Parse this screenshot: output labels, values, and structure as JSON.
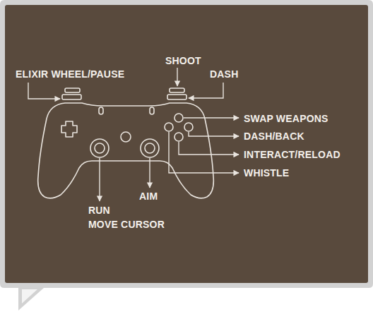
{
  "diagram": {
    "labels": [
      "ELIXIR WHEEL/PAUSE",
      "SHOOT",
      "DASH",
      "SWAP WEAPONS",
      "DASH/BACK",
      "INTERACT/RELOAD",
      "WHISTLE",
      "RUN",
      "MOVE CURSOR",
      "AIM"
    ]
  }
}
